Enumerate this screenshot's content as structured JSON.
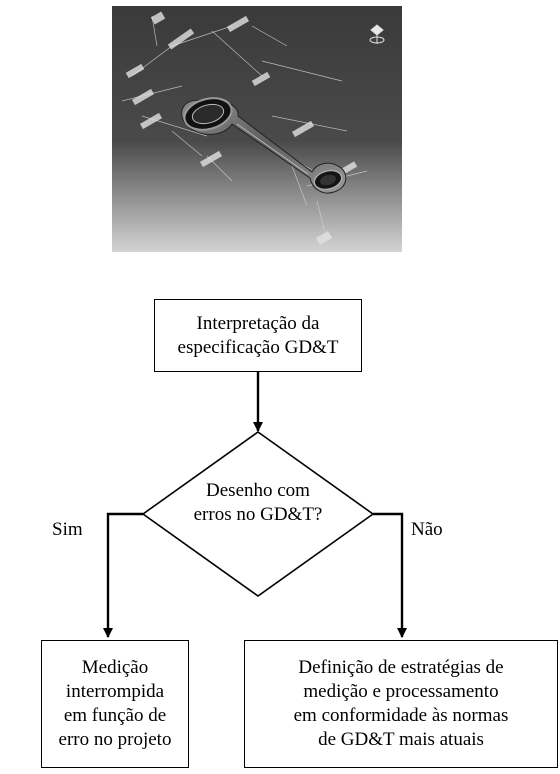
{
  "figure": {
    "image_caption": "",
    "image_subject": "connecting-rod CAD model with GD&T annotations"
  },
  "flowchart": {
    "start_box": {
      "lines": [
        "Interpretação da",
        "especificação GD&T"
      ]
    },
    "decision": {
      "lines": [
        "Desenho com",
        "erros no GD&T?"
      ]
    },
    "yes_label": "Sim",
    "no_label": "Não",
    "yes_box": {
      "lines": [
        "Medição",
        "interrompida",
        "em função de",
        "erro no projeto"
      ]
    },
    "no_box": {
      "lines": [
        "Definição de estratégias de",
        "medição e processamento",
        "em conformidade às normas",
        "de GD&T mais atuais"
      ]
    }
  },
  "colors": {
    "line": "#000000",
    "background": "#ffffff"
  }
}
